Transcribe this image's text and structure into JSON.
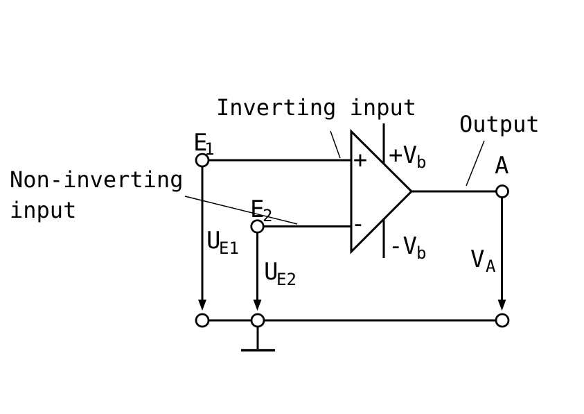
{
  "diagram": {
    "background_color": "#ffffff",
    "line_color": "#000000",
    "annotations": {
      "inverting_input": "Inverting input",
      "non_inverting_line1": "Non-inverting",
      "non_inverting_line2": "input",
      "output": "Output"
    },
    "opamp": {
      "plus_input_sign": "+",
      "minus_input_sign": "-",
      "positive_supply": {
        "main": "+V",
        "sub": "b"
      },
      "negative_supply": {
        "main": "-V",
        "sub": "b"
      }
    },
    "terminals": {
      "e1": {
        "main": "E",
        "sub": "1"
      },
      "e2": {
        "main": "E",
        "sub": "2"
      },
      "output_a": {
        "main": "A"
      }
    },
    "voltages": {
      "u_e1": {
        "main": "U",
        "sub": "E1"
      },
      "u_e2": {
        "main": "U",
        "sub": "E2"
      },
      "v_a": {
        "main": "V",
        "sub": "A"
      }
    }
  }
}
